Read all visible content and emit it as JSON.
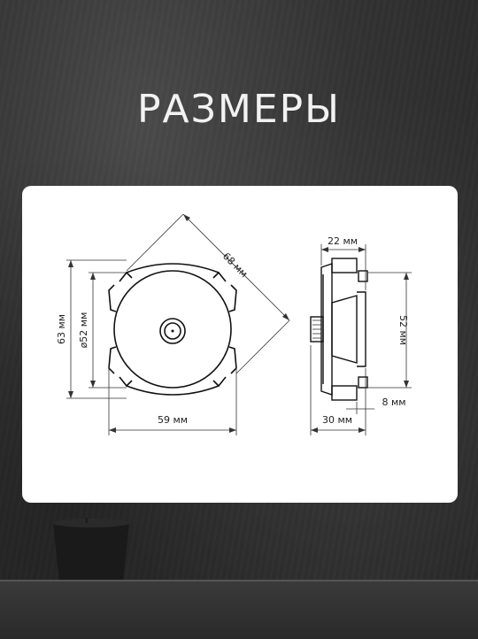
{
  "title": "РАЗМЕРЫ",
  "dimensions": {
    "diagonal": "68 мм",
    "height": "63 мм",
    "diameter": "ø52 мм",
    "width": "59 мм",
    "shaft_length": "22 мм",
    "side_height": "52 мм",
    "front_offset": "8 мм",
    "depth": "30 мм"
  }
}
